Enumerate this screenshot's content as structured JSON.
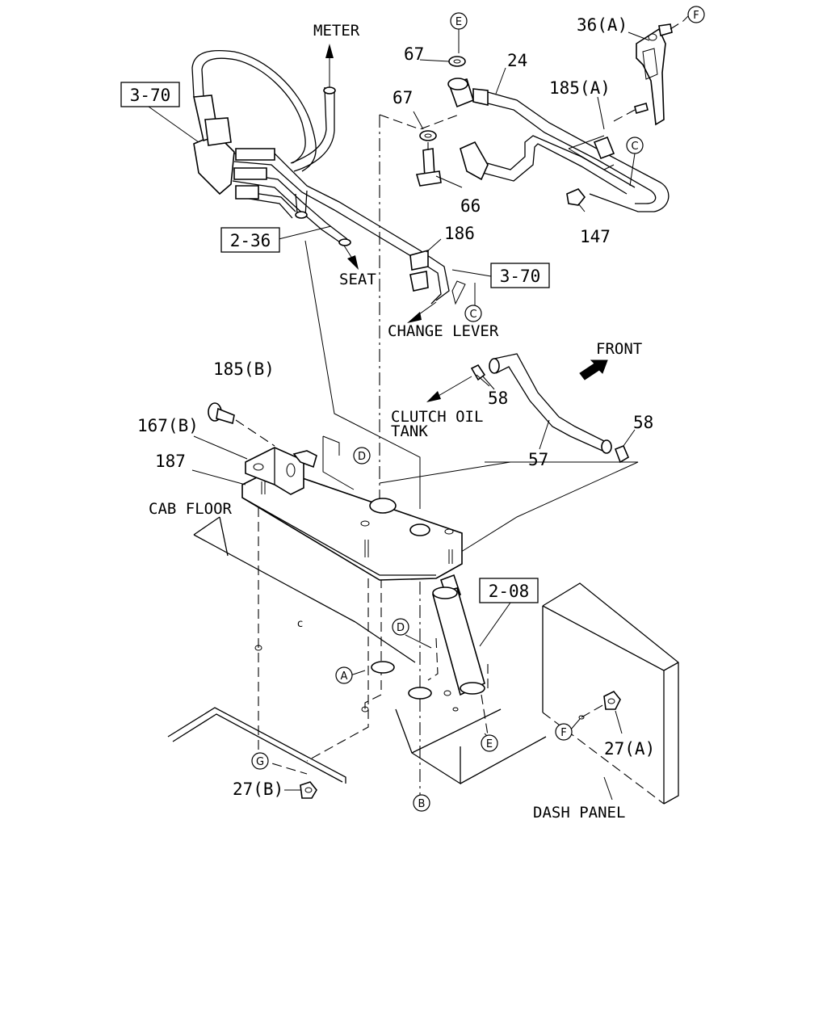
{
  "labels": {
    "meter": "METER",
    "seat": "SEAT",
    "change_lever": "CHANGE LEVER",
    "front": "FRONT",
    "clutch_oil": "CLUTCH OIL",
    "tank": "TANK",
    "cab_floor": "CAB FLOOR",
    "dash_panel": "DASH PANEL"
  },
  "ref_boxes": {
    "r370_top": "3-70",
    "r236": "2-36",
    "r370_right": "3-70",
    "r208": "2-08"
  },
  "part_numbers": {
    "p36a": "36(A)",
    "p67_top": "67",
    "p24": "24",
    "p67_mid": "67",
    "p185a": "185(A)",
    "p66": "66",
    "p147": "147",
    "p186": "186",
    "p185b": "185(B)",
    "p58_left": "58",
    "p167b": "167(B)",
    "p187": "187",
    "p58_right": "58",
    "p57": "57",
    "p27a": "27(A)",
    "p27b": "27(B)"
  },
  "circle_markers": {
    "e_top": "E",
    "f_top": "F",
    "c_right": "C",
    "c_lever": "C",
    "d_upper": "D",
    "d_lower": "D",
    "a": "A",
    "e_lower": "E",
    "f_lower": "F",
    "g": "G",
    "b": "B"
  }
}
